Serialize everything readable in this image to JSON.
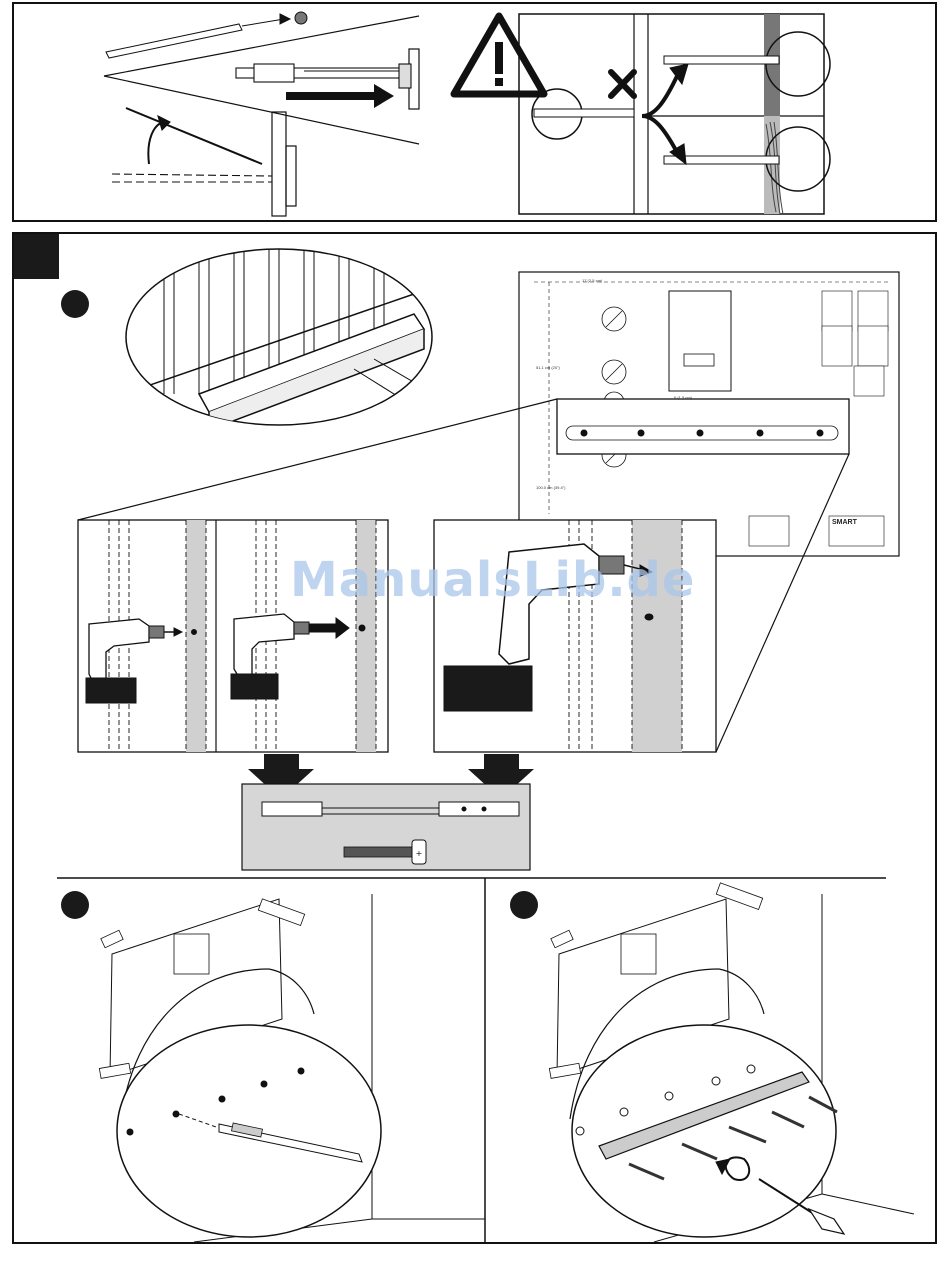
{
  "watermark": {
    "text": "ManualsLib.de"
  },
  "template_sheet": {
    "dims": [
      "17 (2.5 cm)",
      "51.1 cm (20\")",
      "6 (1.5 cm)",
      "100.0 cm (39.4\")"
    ],
    "brand": "SMART"
  },
  "screw_head_mark": "+",
  "icons": {
    "warning": "warning-triangle-icon",
    "not_allowed": "x-mark-icon",
    "step_marker": "step-circle-icon"
  },
  "colors": {
    "line": "#111111",
    "stud_fill": "#d0d0d0",
    "hardware_box": "#d6d6d6",
    "accent_black": "#1a1a1a"
  }
}
